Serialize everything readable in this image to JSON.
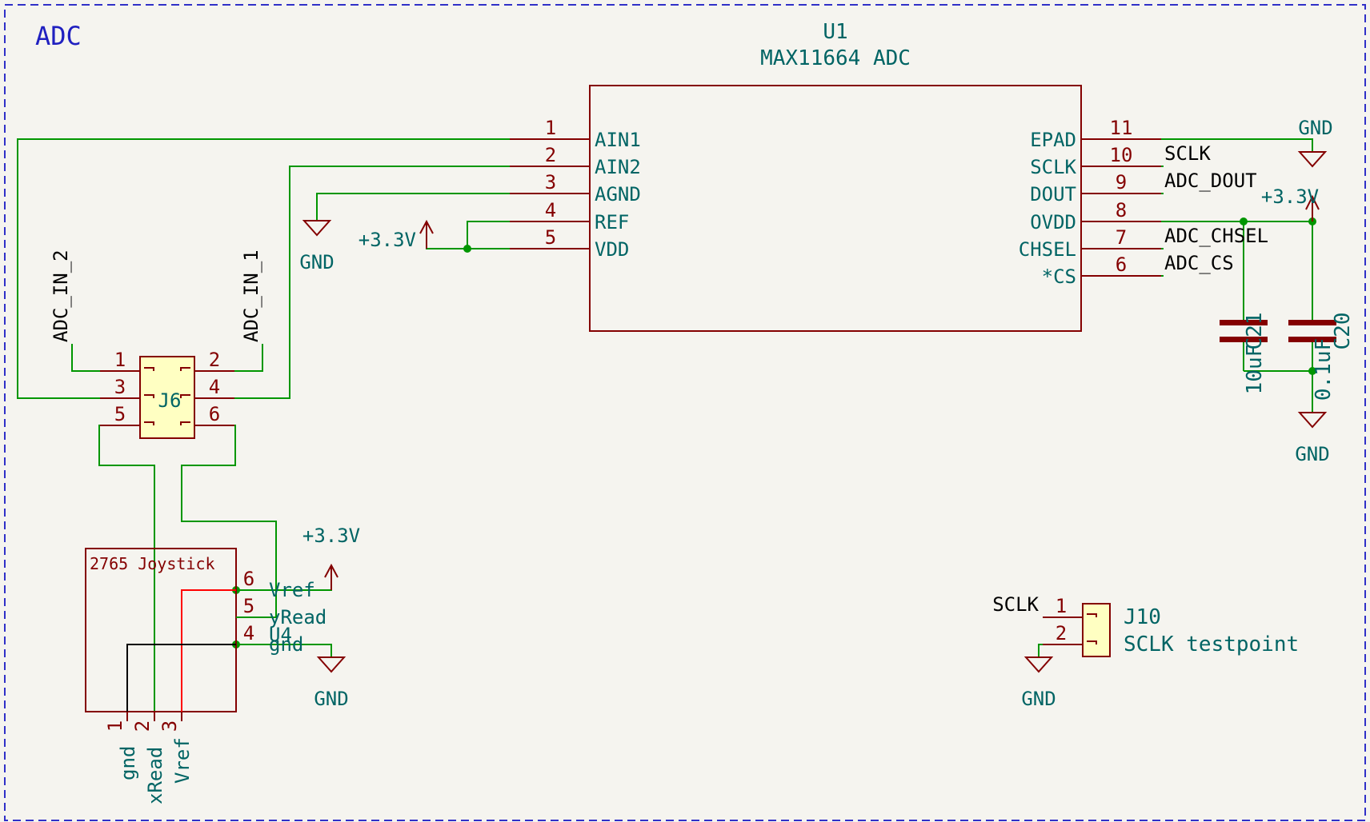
{
  "sheet": {
    "title": "ADC"
  },
  "colors": {
    "background": "#f5f4ef",
    "border": "#3030c8",
    "wire": "#009600",
    "body": "#840000",
    "text": "#006464",
    "fill": "#ffffc2",
    "red_wire": "#ff0000",
    "black_wire": "#000000"
  },
  "u1": {
    "ref": "U1",
    "value": "MAX11664 ADC",
    "left_pins": [
      {
        "num": "1",
        "name": "AIN1"
      },
      {
        "num": "2",
        "name": "AIN2"
      },
      {
        "num": "3",
        "name": "AGND"
      },
      {
        "num": "4",
        "name": "REF"
      },
      {
        "num": "5",
        "name": "VDD"
      }
    ],
    "right_pins": [
      {
        "num": "11",
        "name": "EPAD"
      },
      {
        "num": "10",
        "name": "SCLK"
      },
      {
        "num": "9",
        "name": "DOUT"
      },
      {
        "num": "8",
        "name": "OVDD"
      },
      {
        "num": "7",
        "name": "CHSEL"
      },
      {
        "num": "6",
        "name": "*CS"
      }
    ]
  },
  "u1_nets": {
    "sclk": "SCLK",
    "dout": "ADC_DOUT",
    "chsel": "ADC_CHSEL",
    "cs": "ADC_CS"
  },
  "power": {
    "gnd": "GND",
    "v33": "+3.3V"
  },
  "j6": {
    "ref": "J6",
    "pins": [
      "1",
      "2",
      "3",
      "4",
      "5",
      "6"
    ],
    "net_left": "ADC_IN_2",
    "net_right": "ADC_IN_1"
  },
  "caps": {
    "c21": {
      "ref": "C21",
      "value": "10uF"
    },
    "c20": {
      "ref": "C20",
      "value": "0.1uF"
    }
  },
  "u4": {
    "ref": "U4",
    "value": "2765 Joystick",
    "right_pins": [
      {
        "num": "6",
        "name": "Vref"
      },
      {
        "num": "5",
        "name": "yRead"
      },
      {
        "num": "4",
        "name": "gnd"
      }
    ],
    "bottom_pins": [
      {
        "num": "1",
        "name": "gnd"
      },
      {
        "num": "2",
        "name": "xRead"
      },
      {
        "num": "3",
        "name": "Vref"
      }
    ]
  },
  "j10": {
    "ref": "J10",
    "value": "SCLK testpoint",
    "pins": [
      "1",
      "2"
    ],
    "net": "SCLK"
  }
}
